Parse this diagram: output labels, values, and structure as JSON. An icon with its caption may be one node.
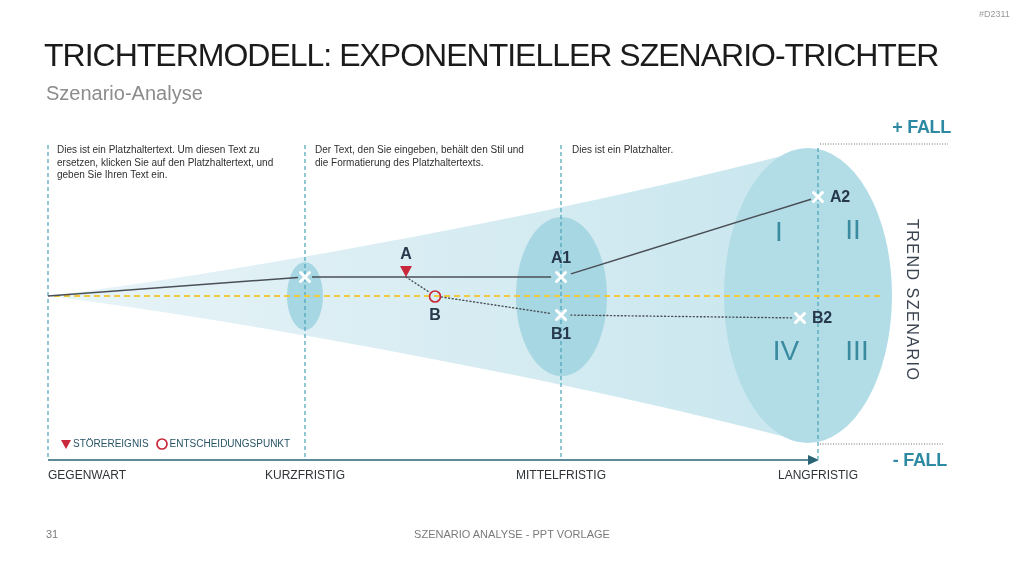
{
  "diagram": {
    "title": "TRICHTERMODELL: EXPONENTIELLER SZENARIO-TRICHTER",
    "nodes": [
      {
        "text": [],
        "shape": "ellipse"
      },
      {
        "text": [],
        "shape": "cross",
        "in": 0
      },
      {
        "text": [
          "A"
        ]
      },
      {
        "text": [
          "B"
        ]
      },
      {
        "text": [],
        "shape": "ellipse"
      },
      {
        "text": [
          "A1"
        ],
        "in": 4
      },
      {
        "text": [
          "B1"
        ],
        "in": 4
      },
      {
        "text": [
          "I",
          "II",
          "IV",
          "III"
        ]
      },
      {
        "text": [
          "A2"
        ],
        "in": 7
      },
      {
        "text": [
          "B2"
        ],
        "in": 7
      }
    ],
    "edges": [
      {
        "from": null,
        "to": 1,
        "arrow": "none"
      },
      {
        "from": 1,
        "to": 2,
        "arrow": "none"
      },
      {
        "from": 2,
        "to": 5,
        "arrow": "none"
      },
      {
        "from": 5,
        "to": 8,
        "arrow": "none"
      },
      {
        "from": 2,
        "to": 3,
        "arrow": "none",
        "style": "dashed"
      },
      {
        "from": 3,
        "to": 6,
        "arrow": "none",
        "style": "dashed"
      },
      {
        "from": 6,
        "to": 9,
        "arrow": "none",
        "style": "dashed"
      }
    ],
    "labels": [
      "#D2311",
      "Szenario-Analyse",
      "+ FALL",
      "Dies ist ein Platzhaltertext. Um diesen Text zu ersetzen, klicken Sie auf den Platzhaltertext, und geben Sie Ihren Text ein.",
      "Der Text, den Sie eingeben, behält den Stil und die Formatierung des Platzhaltertexts.",
      "Dies ist ein Platzhalter.",
      "TREND SZENARIO",
      "- FALL",
      "GEGENWART",
      "KURZFRISTIG",
      "MITTELFRISTIG",
      "LANGFRISTIG",
      "31",
      "SZENARIO ANALYSE - PPT VORLAGE"
    ],
    "legend": [
      {
        "text": "STÖREREIGNIS"
      },
      {
        "text": "ENTSCHEIDUNGSPUNKT"
      }
    ]
  }
}
